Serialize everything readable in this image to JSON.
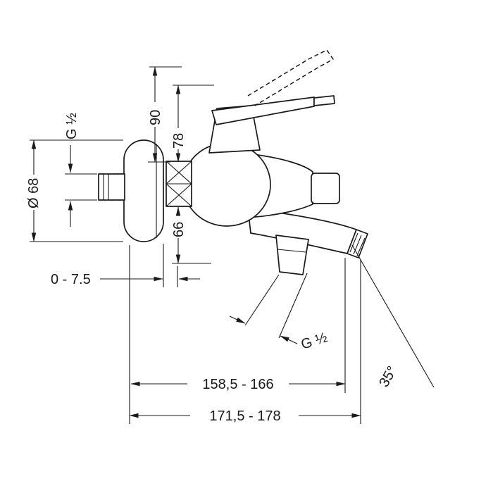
{
  "drawing": {
    "title": "Bath mixer installation drawing",
    "background": "#ffffff",
    "line_color": "#1a1a1a",
    "dimensions": {
      "wall_thread": "G ½",
      "flange_diameter": "Ø 68",
      "height_to_top": "90",
      "height_handle": "78",
      "height_spout": "66",
      "wall_gap_range": "0 - 7.5",
      "outlet_thread": "G ½",
      "spout_angle": "35°",
      "projection_inner": "158,5 - 166",
      "projection_outer": "171,5 - 178"
    }
  }
}
